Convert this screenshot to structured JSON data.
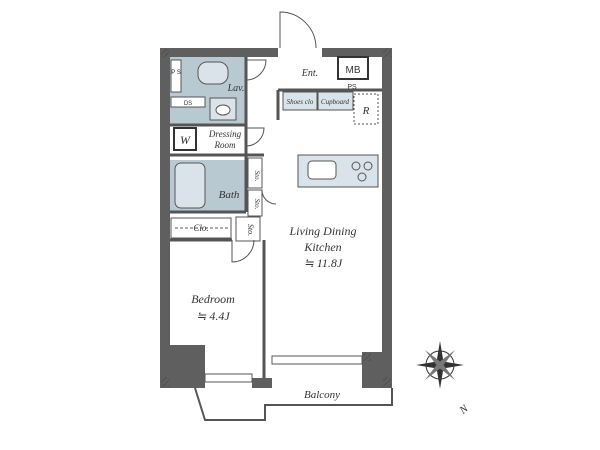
{
  "plan": {
    "rooms": {
      "ldk": {
        "name_line1": "Living Dining",
        "name_line2": "Kitchen",
        "area": "≒ 11.8J"
      },
      "bedroom": {
        "name": "Bedroom",
        "area": "≒ 4.4J"
      },
      "dressing": {
        "name_line1": "Dressing",
        "name_line2": "Room"
      },
      "bath": {
        "name": "Bath"
      },
      "lav": {
        "name": "Lav."
      },
      "entrance": {
        "name": "Ent."
      },
      "balcony": {
        "name": "Balcony"
      }
    },
    "labels": {
      "mb": "MB",
      "ps_top": "PS",
      "ps_left": "P S",
      "ds": "DS",
      "shoes": "Shoes clo",
      "cupboard": "Cupboard",
      "refrigerator": "R",
      "washer": "W",
      "closet": "Clo.",
      "sto1": "Sto.",
      "sto2": "Sto.",
      "sto3": "Sto.",
      "compass_n": "N"
    },
    "colors": {
      "wall": "#5f5f5f",
      "wet_area": "#b9c9d2",
      "fixture": "#d9e3e9",
      "floor": "#ffffff",
      "line": "#555555"
    }
  }
}
